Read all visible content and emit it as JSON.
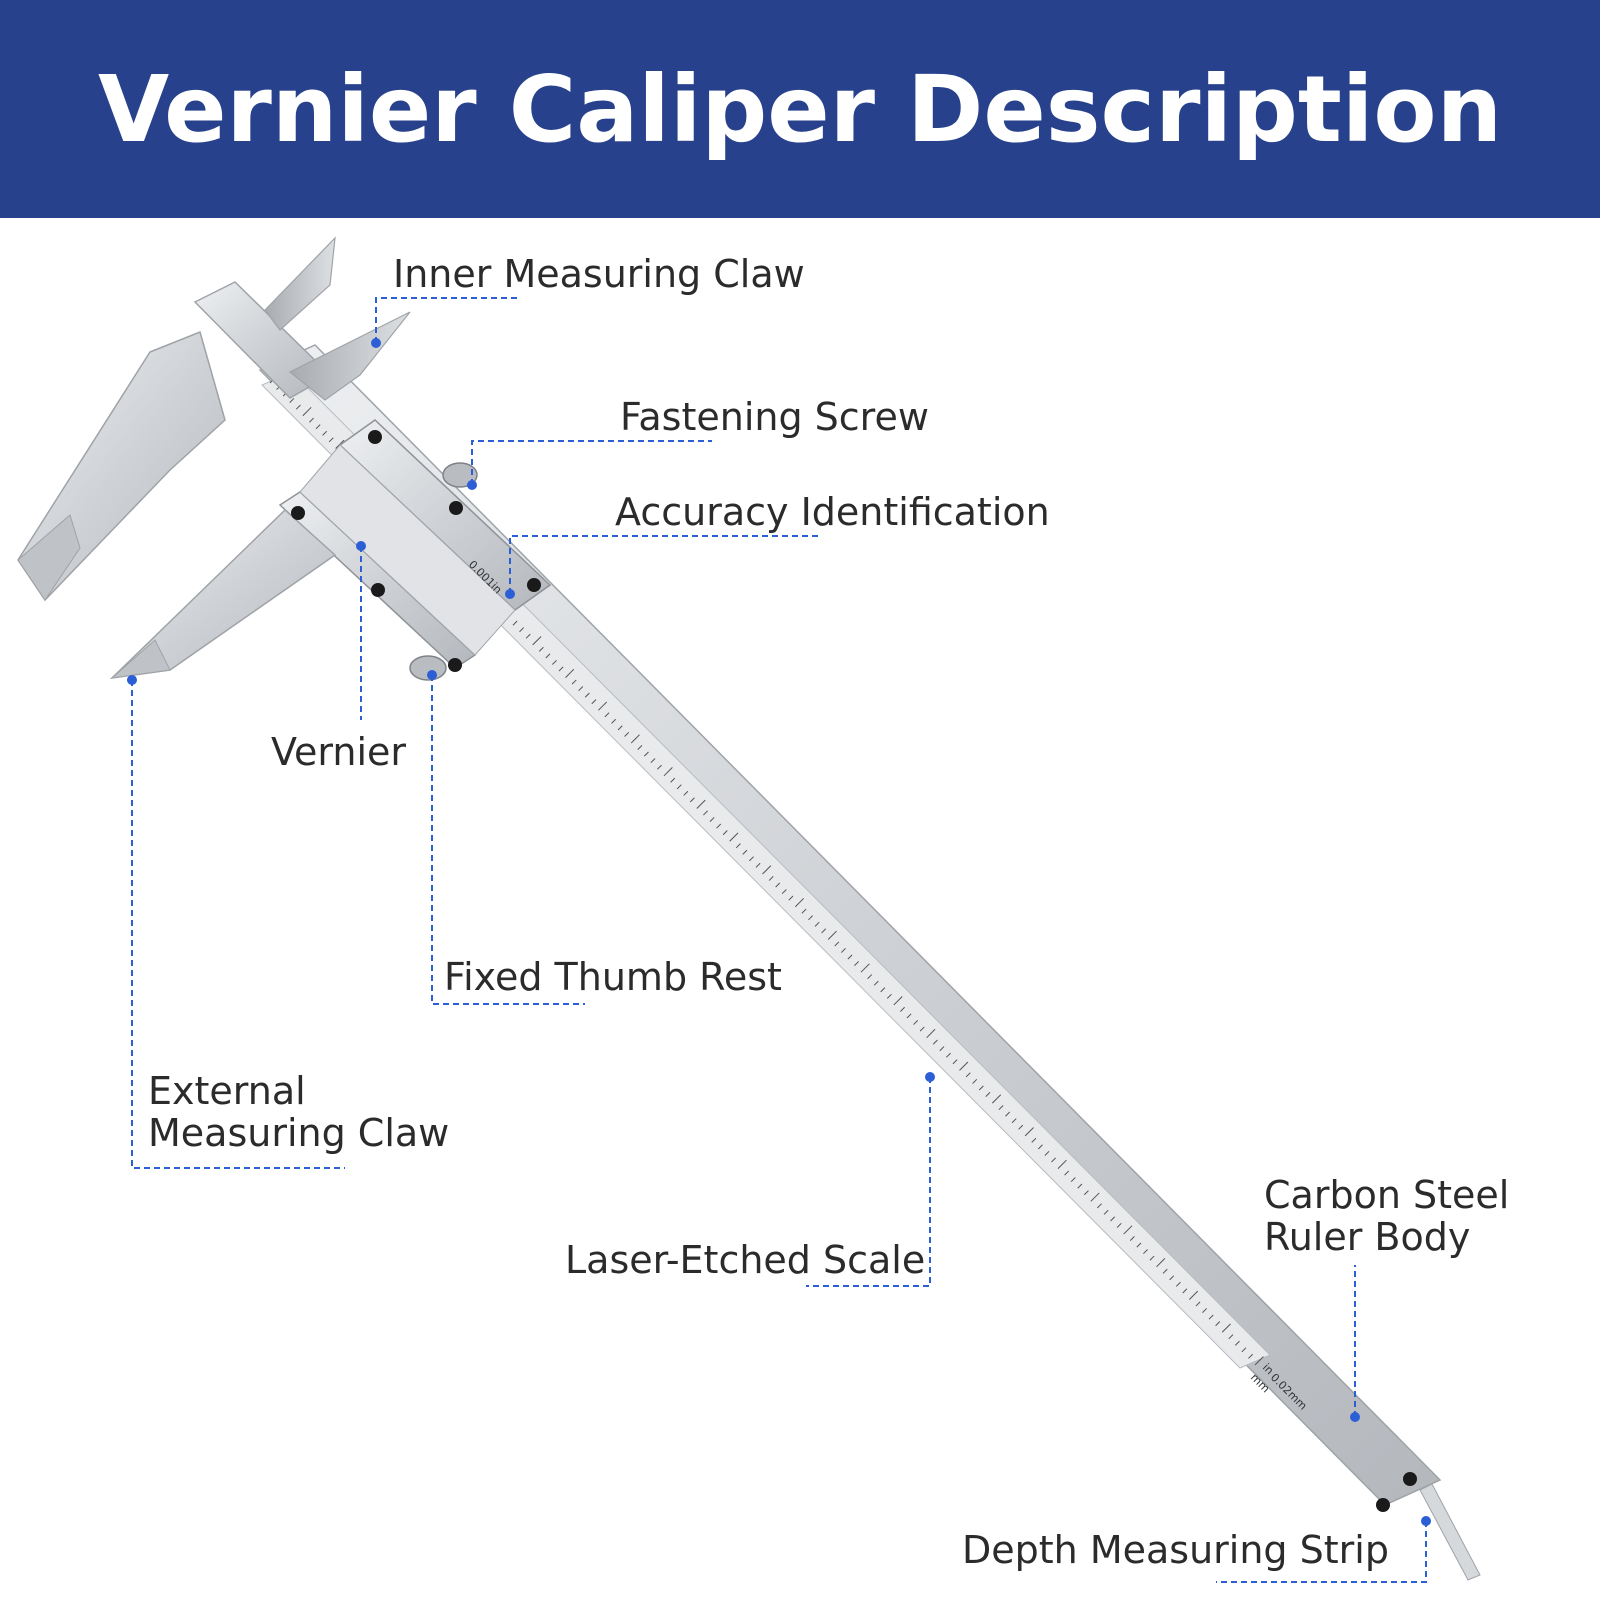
{
  "title": "Vernier Caliper Description",
  "colors": {
    "header": "#27418c",
    "accent": "#2c5fd6",
    "steel": "#d9dbdd"
  },
  "labels": {
    "inner_claw": "Inner Measuring Claw",
    "fastening_screw": "Fastening Screw",
    "accuracy": "Accuracy Identification",
    "vernier": "Vernier",
    "thumb_rest": "Fixed Thumb Rest",
    "external_claw_line1": "External",
    "external_claw_line2": "Measuring Claw",
    "scale": "Laser-Etched Scale",
    "body_line1": "Carbon Steel",
    "body_line2": "Ruler Body",
    "depth_strip": "Depth Measuring Strip"
  },
  "markings": {
    "vernier_accuracy": "0.001in",
    "body_accuracy": "0.02mm",
    "unit_in": "in",
    "unit_mm": "mm"
  }
}
